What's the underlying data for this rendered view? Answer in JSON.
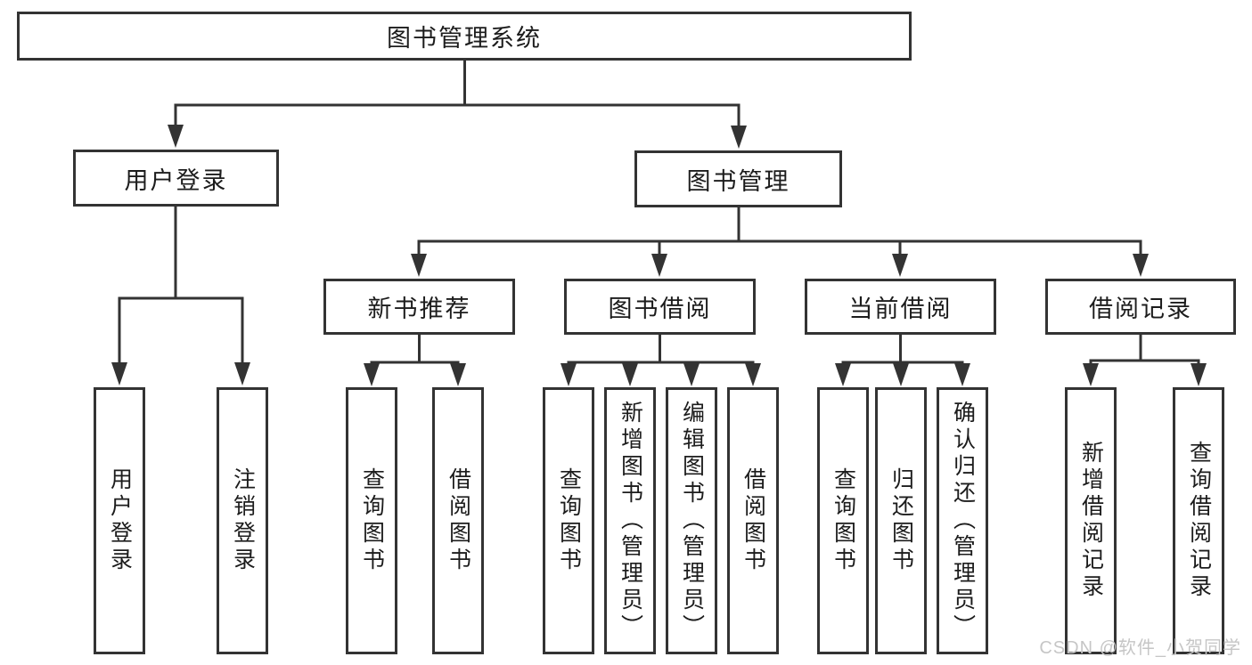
{
  "tree": {
    "label": "图书管理系统",
    "children": [
      {
        "label": "用户登录",
        "children": [
          {
            "label": "用户登录"
          },
          {
            "label": "注销登录"
          }
        ]
      },
      {
        "label": "图书管理",
        "children": [
          {
            "label": "新书推荐",
            "children": [
              {
                "label": "查询图书"
              },
              {
                "label": "借阅图书"
              }
            ]
          },
          {
            "label": "图书借阅",
            "children": [
              {
                "label": "查询图书"
              },
              {
                "label": "新增图书（管理员）"
              },
              {
                "label": "编辑图书（管理员）"
              },
              {
                "label": "借阅图书"
              }
            ]
          },
          {
            "label": "当前借阅",
            "children": [
              {
                "label": "查询图书"
              },
              {
                "label": "归还图书"
              },
              {
                "label": "确认归还（管理员）"
              }
            ]
          },
          {
            "label": "借阅记录",
            "children": [
              {
                "label": "新增借阅记录"
              },
              {
                "label": "查询借阅记录"
              }
            ]
          }
        ]
      }
    ]
  },
  "watermark": {
    "text": "CSDN @软件_小贺同学"
  },
  "colors": {
    "line": "#333333",
    "text": "#1c1c1c",
    "watermark": "#c6c6c6",
    "background": "#ffffff"
  }
}
